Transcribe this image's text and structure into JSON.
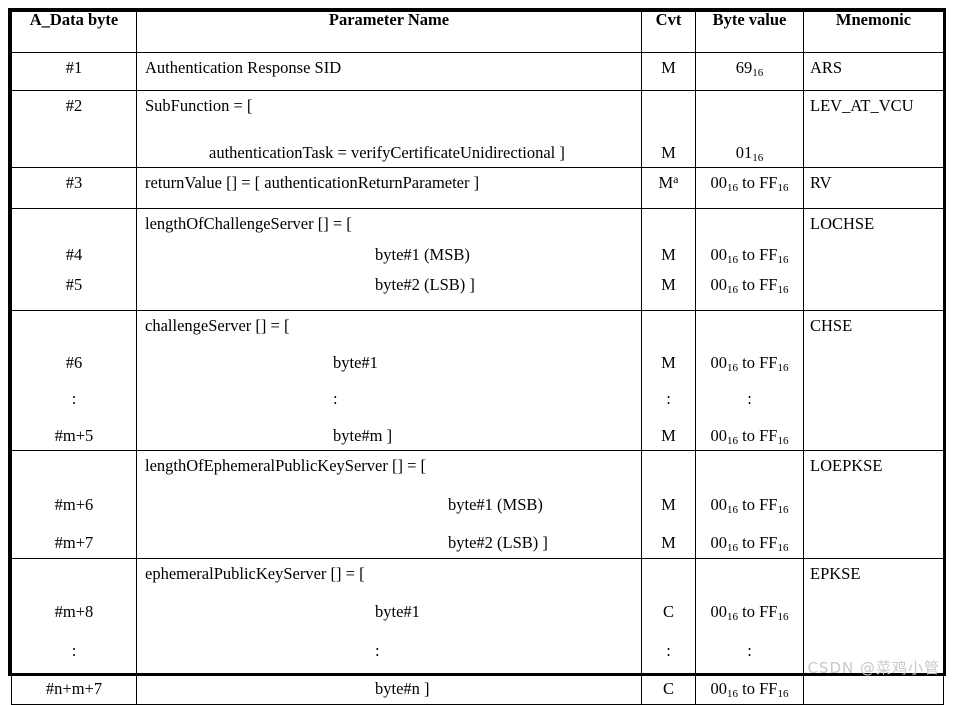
{
  "table": {
    "columns": [
      {
        "key": "byte",
        "label": "A_Data byte"
      },
      {
        "key": "param",
        "label": "Parameter Name"
      },
      {
        "key": "cvt",
        "label": "Cvt"
      },
      {
        "key": "value",
        "label": "Byte value"
      },
      {
        "key": "mnemonic",
        "label": "Mnemonic"
      }
    ],
    "rows": [
      {
        "byte_lines": [
          "#1"
        ],
        "param_lines": [
          "Authentication Response SID"
        ],
        "cvt_lines": [
          "M"
        ],
        "value_lines": [
          "69₁₆"
        ],
        "mnemonic_lines": [
          "ARS"
        ]
      },
      {
        "byte_lines": [
          "#2",
          ""
        ],
        "param_lines": [
          "SubFunction = [",
          "authenticationTask = verifyCertificateUnidirectional ]"
        ],
        "cvt_lines": [
          "",
          "M"
        ],
        "value_lines": [
          "",
          "01₁₆"
        ],
        "mnemonic_lines": [
          "LEV_AT_VCU",
          ""
        ]
      },
      {
        "byte_lines": [
          "#3"
        ],
        "param_lines": [
          "returnValue [] = [ authenticationReturnParameter ]"
        ],
        "cvt_lines": [
          "Mᵃ"
        ],
        "value_lines": [
          "00₁₆ to FF₁₆"
        ],
        "mnemonic_lines": [
          "RV"
        ]
      },
      {
        "byte_lines": [
          "",
          "#4",
          "#5"
        ],
        "param_lines": [
          "lengthOfChallengeServer [] = [",
          "byte#1 (MSB)",
          "byte#2 (LSB) ]"
        ],
        "cvt_lines": [
          "",
          "M",
          "M"
        ],
        "value_lines": [
          "",
          "00₁₆ to FF₁₆",
          "00₁₆ to FF₁₆"
        ],
        "mnemonic_lines": [
          "LOCHSE",
          "",
          ""
        ]
      },
      {
        "byte_lines": [
          "",
          "#6",
          ":",
          "#m+5"
        ],
        "param_lines": [
          "challengeServer [] = [",
          "byte#1",
          ":",
          "byte#m ]"
        ],
        "cvt_lines": [
          "",
          "M",
          ":",
          "M"
        ],
        "value_lines": [
          "",
          "00₁₆ to FF₁₆",
          ":",
          "00₁₆ to FF₁₆"
        ],
        "mnemonic_lines": [
          "CHSE",
          "",
          "",
          ""
        ]
      },
      {
        "byte_lines": [
          "",
          "#m+6",
          "#m+7"
        ],
        "param_lines": [
          "lengthOfEphemeralPublicKeyServer [] = [",
          "byte#1 (MSB)",
          "byte#2 (LSB) ]"
        ],
        "cvt_lines": [
          "",
          "M",
          "M"
        ],
        "value_lines": [
          "",
          "00₁₆ to FF₁₆",
          "00₁₆ to FF₁₆"
        ],
        "mnemonic_lines": [
          "LOEPKSE",
          "",
          ""
        ]
      },
      {
        "byte_lines": [
          "",
          "#m+8",
          ":",
          "#n+m+7"
        ],
        "param_lines": [
          "ephemeralPublicKeyServer [] = [",
          "byte#1",
          ":",
          "byte#n ]"
        ],
        "cvt_lines": [
          "",
          "C",
          ":",
          "C"
        ],
        "value_lines": [
          "",
          "00₁₆ to FF₁₆",
          ":",
          "00₁₆ to FF₁₆"
        ],
        "mnemonic_lines": [
          "EPKSE",
          "",
          "",
          ""
        ]
      }
    ]
  },
  "watermark": {
    "text": "CSDN @菜鸡小管"
  },
  "colors": {
    "border": "#000000",
    "text": "#000000",
    "background": "#ffffff",
    "watermark": "#c9c9c9"
  }
}
